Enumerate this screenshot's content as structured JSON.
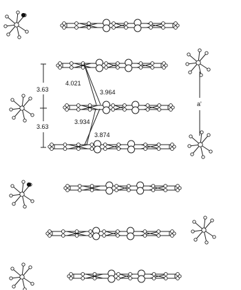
{
  "figure": {
    "labels": {
      "distance_1": "4.021",
      "distance_2": "3.964",
      "distance_3": "3.934",
      "distance_4": "3.874",
      "spacing_upper": "3.63",
      "spacing_lower": "3.63",
      "axis": "a'"
    }
  }
}
